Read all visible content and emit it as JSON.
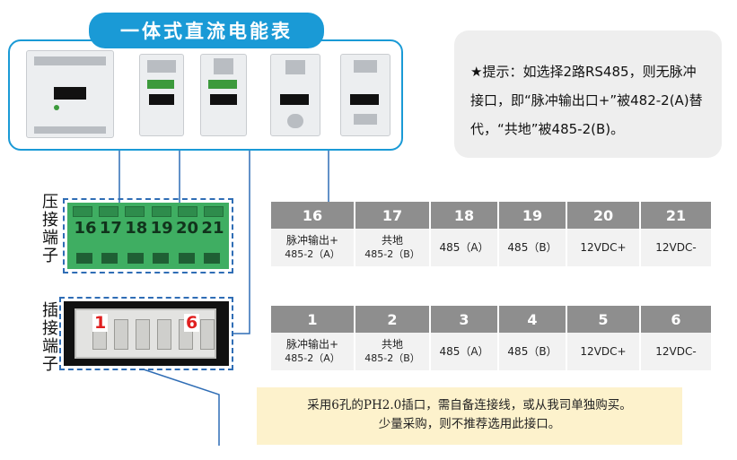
{
  "banner": {
    "title": "一体式直流电能表"
  },
  "tip": {
    "text": "★提示：如选择2路RS485，则无脉冲接口，即“脉冲输出口+”被482-2(A)替代，“共地”被485-2(B)。"
  },
  "crimp_section": {
    "label": "压接端子",
    "terminal_numbers": [
      "16",
      "17",
      "18",
      "19",
      "20",
      "21"
    ]
  },
  "plug_section": {
    "label": "插接端子",
    "pin_first": "1",
    "pin_last": "6"
  },
  "crimp_table": {
    "headers": [
      "16",
      "17",
      "18",
      "19",
      "20",
      "21"
    ],
    "cells": [
      {
        "main": "脉冲输出+",
        "sub": "485-2（A）"
      },
      {
        "main": "共地",
        "sub": "485-2（B）"
      },
      {
        "main": "485（A）",
        "sub": ""
      },
      {
        "main": "485（B）",
        "sub": ""
      },
      {
        "main": "12VDC+",
        "sub": ""
      },
      {
        "main": "12VDC-",
        "sub": ""
      }
    ]
  },
  "plug_table": {
    "headers": [
      "1",
      "2",
      "3",
      "4",
      "5",
      "6"
    ],
    "cells": [
      {
        "main": "脉冲输出+",
        "sub": "485-2（A）"
      },
      {
        "main": "共地",
        "sub": "485-2（B）"
      },
      {
        "main": "485（A）",
        "sub": ""
      },
      {
        "main": "485（B）",
        "sub": ""
      },
      {
        "main": "12VDC+",
        "sub": ""
      },
      {
        "main": "12VDC-",
        "sub": ""
      }
    ]
  },
  "note": {
    "line1": "采用6孔的PH2.0插口，需自备连接线，或从我司单独购买。",
    "line2": "少量采购，则不推荐选用此接口。"
  },
  "colors": {
    "accent": "#1a9ad6",
    "connector_green": "#3fae62",
    "pin_red": "#e02020",
    "note_bg": "#fdf2cc",
    "header_gray": "#8e8e8e"
  }
}
